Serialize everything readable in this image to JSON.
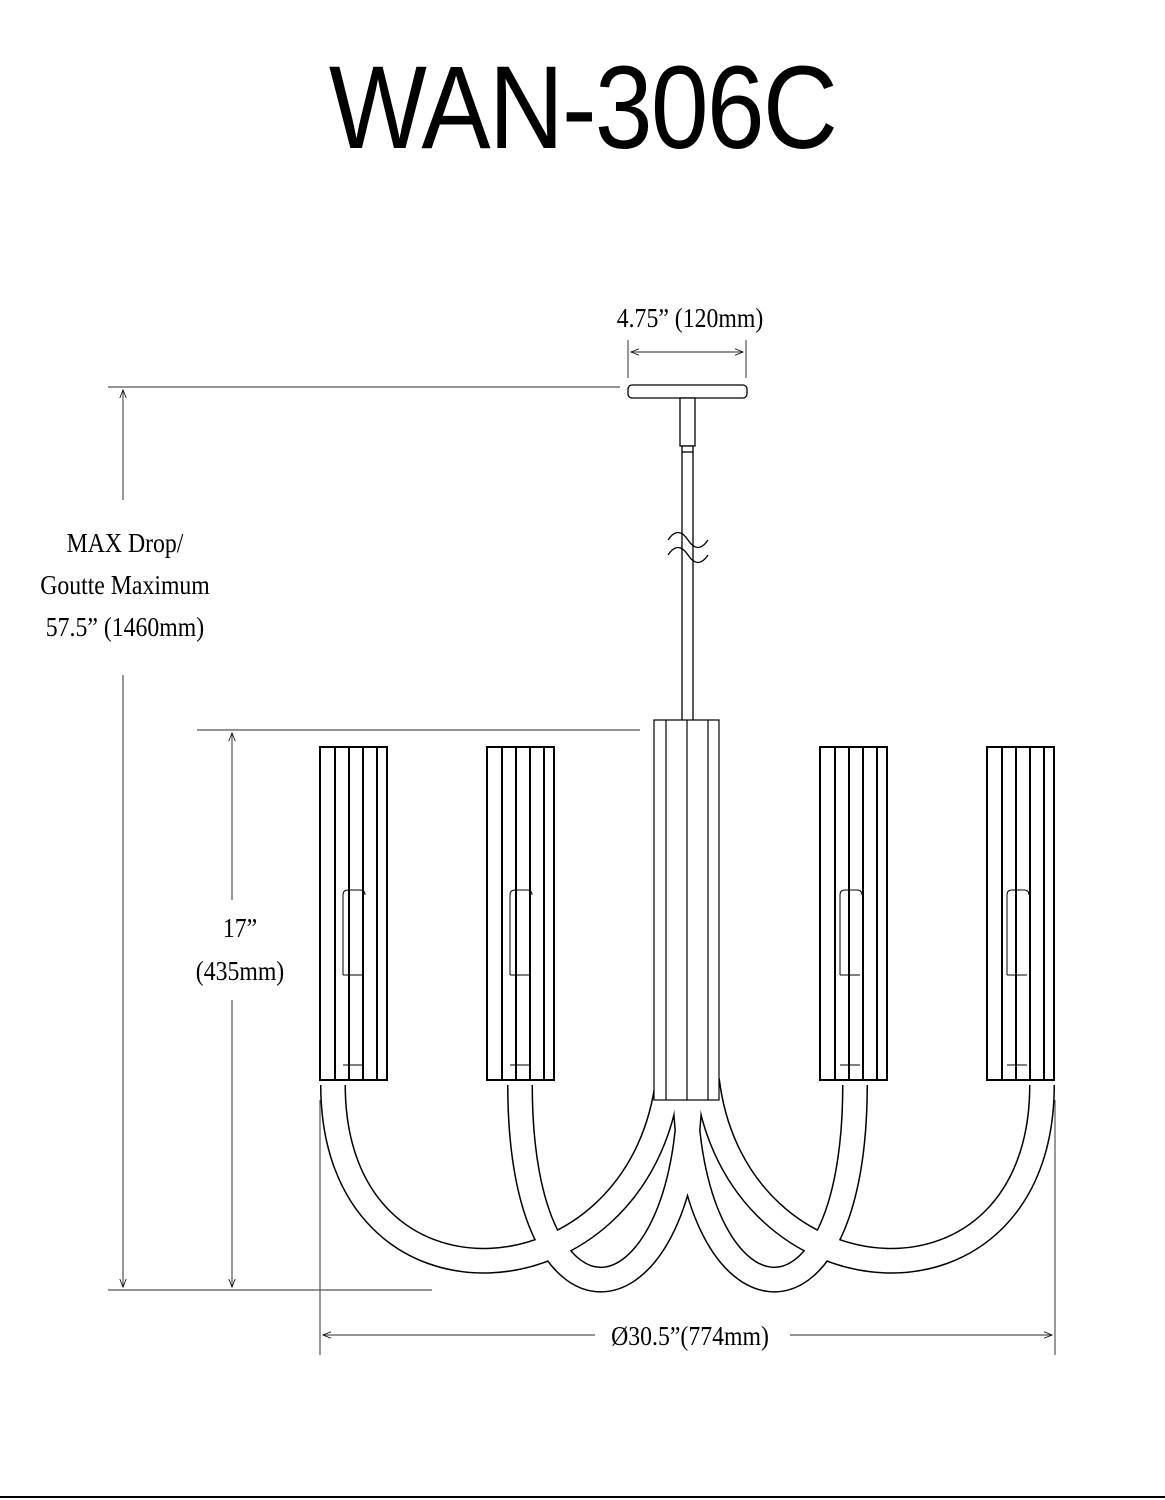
{
  "title": "WAN-306C",
  "dimensions": {
    "canopy_width": "4.75” (120mm)",
    "max_drop_line1": "MAX Drop/",
    "max_drop_line2": "Goutte Maximum",
    "max_drop_line3": "57.5” (1460mm)",
    "height_line1": "17”",
    "height_line2": "(435mm)",
    "diameter": "Ø30.5”(774mm)"
  }
}
